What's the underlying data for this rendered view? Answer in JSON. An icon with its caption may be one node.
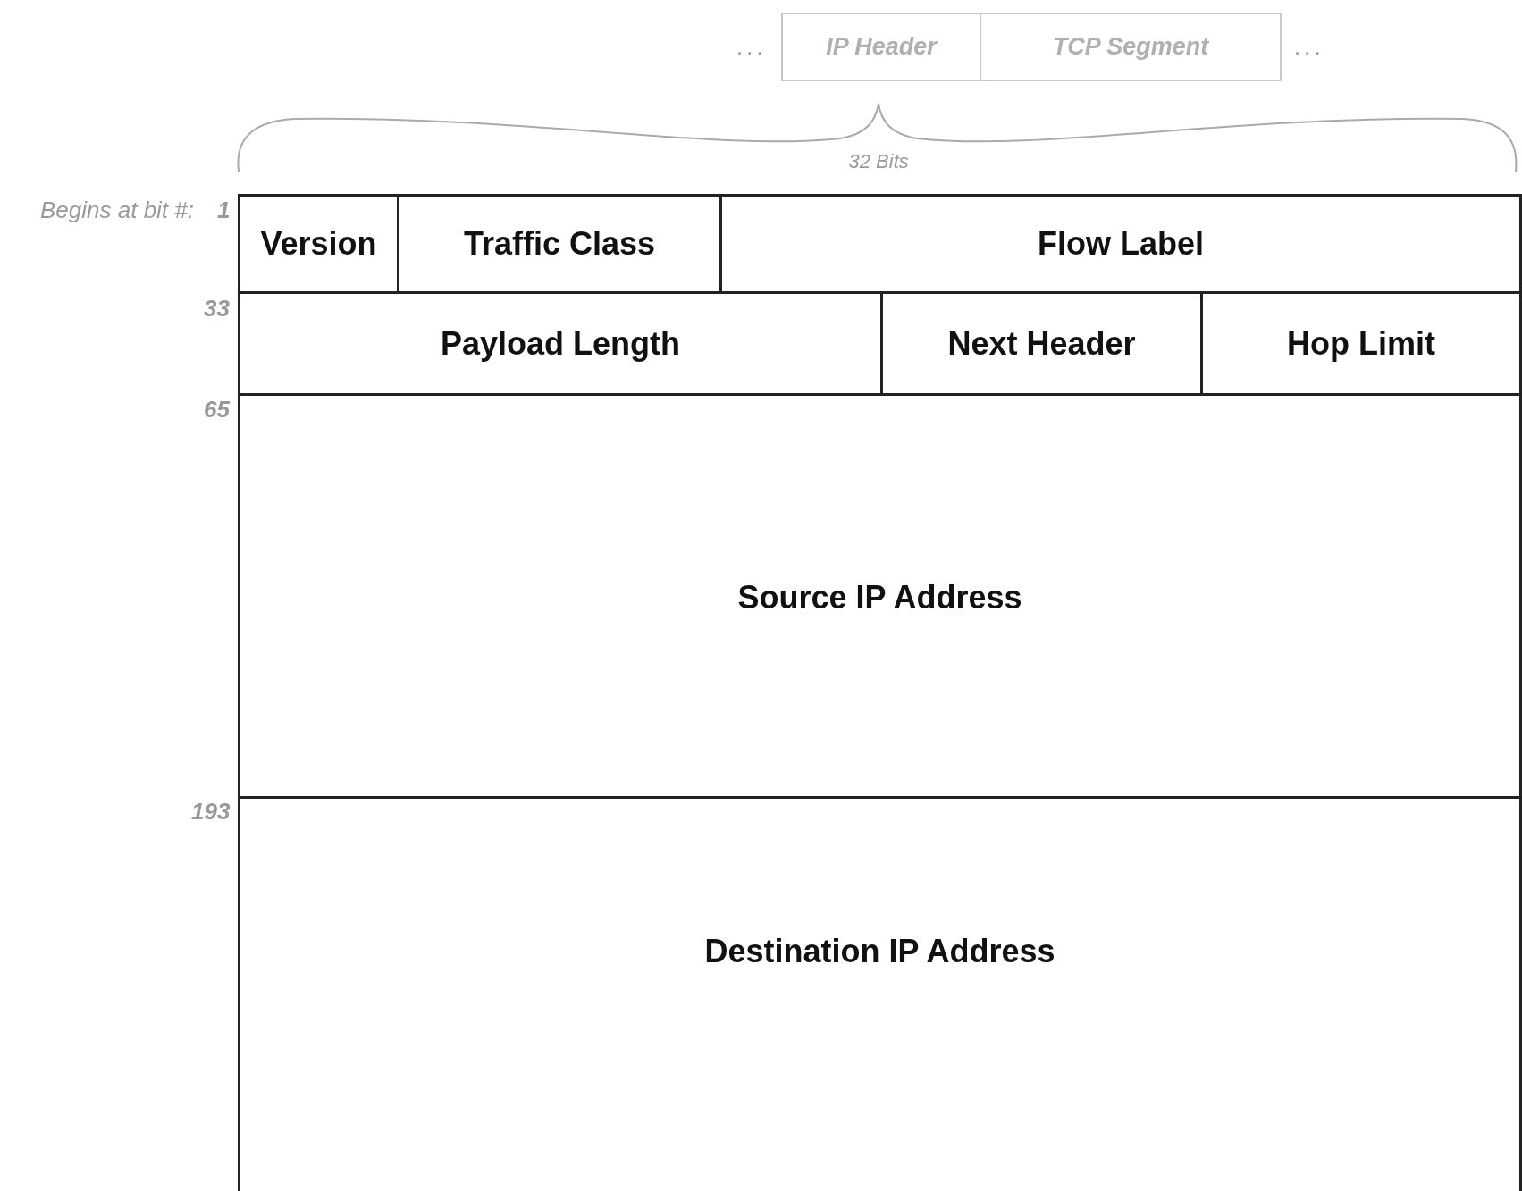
{
  "diagram": {
    "nodes": [
      {
        "text": [
          "IP Header"
        ]
      },
      {
        "text": [
          "TCP Segment"
        ]
      },
      {
        "text": [
          "Version"
        ]
      },
      {
        "text": [
          "Traffic Class"
        ]
      },
      {
        "text": [
          "Flow Label"
        ]
      },
      {
        "text": [
          "Payload Length"
        ]
      },
      {
        "text": [
          "Next Header"
        ]
      },
      {
        "text": [
          "Hop Limit"
        ]
      },
      {
        "text": [
          "Source IP Address"
        ]
      },
      {
        "text": [
          "Destination IP Address"
        ]
      }
    ],
    "edges": [],
    "labels": [
      "...",
      "...",
      "32 Bits",
      "Begins at bit #:",
      "1",
      "33",
      "65",
      "193"
    ]
  }
}
